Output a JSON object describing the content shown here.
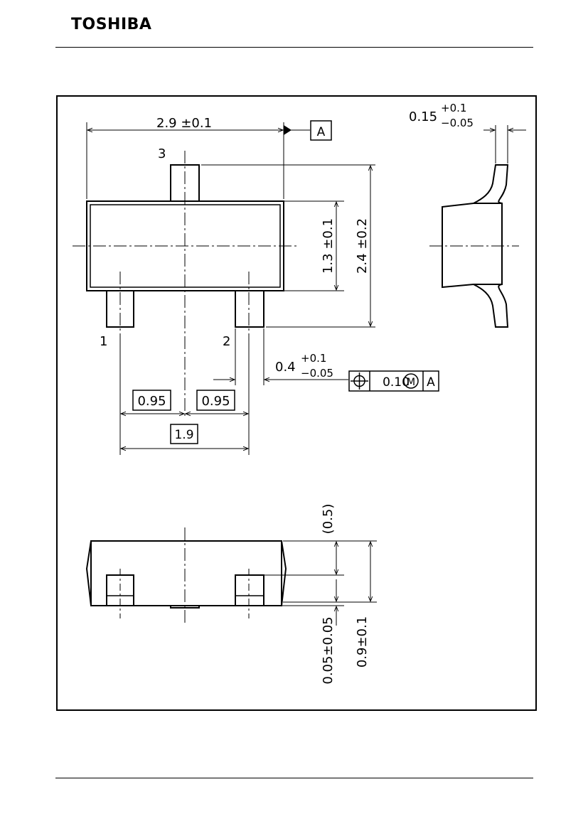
{
  "header": {
    "brand": "TOSHIBA"
  },
  "top_view": {
    "width_dim": "2.9 ±0.1",
    "datum_label": "A",
    "pin_labels": {
      "pin1": "1",
      "pin2": "2",
      "pin3": "3"
    },
    "body_height_dim": "1.3 ±0.1",
    "overall_height_dim": "2.4 ±0.2",
    "lead_width": {
      "base": "0.4",
      "upper": "+0.1",
      "lower": "−0.05"
    },
    "pitch_left": "0.95",
    "pitch_right": "0.95",
    "pitch_total": "1.9",
    "position_tolerance": {
      "value": "0.10",
      "modifier": "M",
      "datum": "A"
    }
  },
  "side_view": {
    "lead_thickness": {
      "base": "0.15",
      "upper": "+0.1",
      "lower": "−0.05"
    }
  },
  "front_view": {
    "lead_height_ref": "(0.5)",
    "standoff_dim": "0.05±0.05",
    "body_thickness_dim": "0.9±0.1"
  }
}
